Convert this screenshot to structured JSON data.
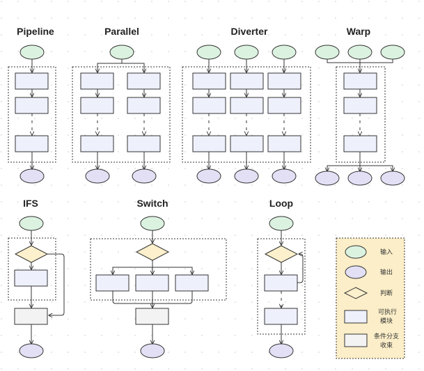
{
  "titles": {
    "pipeline": "Pipeline",
    "parallel": "Parallel",
    "diverter": "Diverter",
    "warp": "Warp",
    "ifs": "IFS",
    "switch": "Switch",
    "loop": "Loop"
  },
  "legend": {
    "input": "输入",
    "output": "输出",
    "condition": "判断",
    "module_line1": "可执行",
    "module_line2": "模块",
    "collect_line1": "条件分支",
    "collect_line2": "收束"
  },
  "colors": {
    "input": "#dcf2e0",
    "output": "#e3e0f5",
    "module": "#eef0fc",
    "condition": "#fdf0cc",
    "collect": "#f3f3f3",
    "legend_background": "#fbeec8"
  }
}
